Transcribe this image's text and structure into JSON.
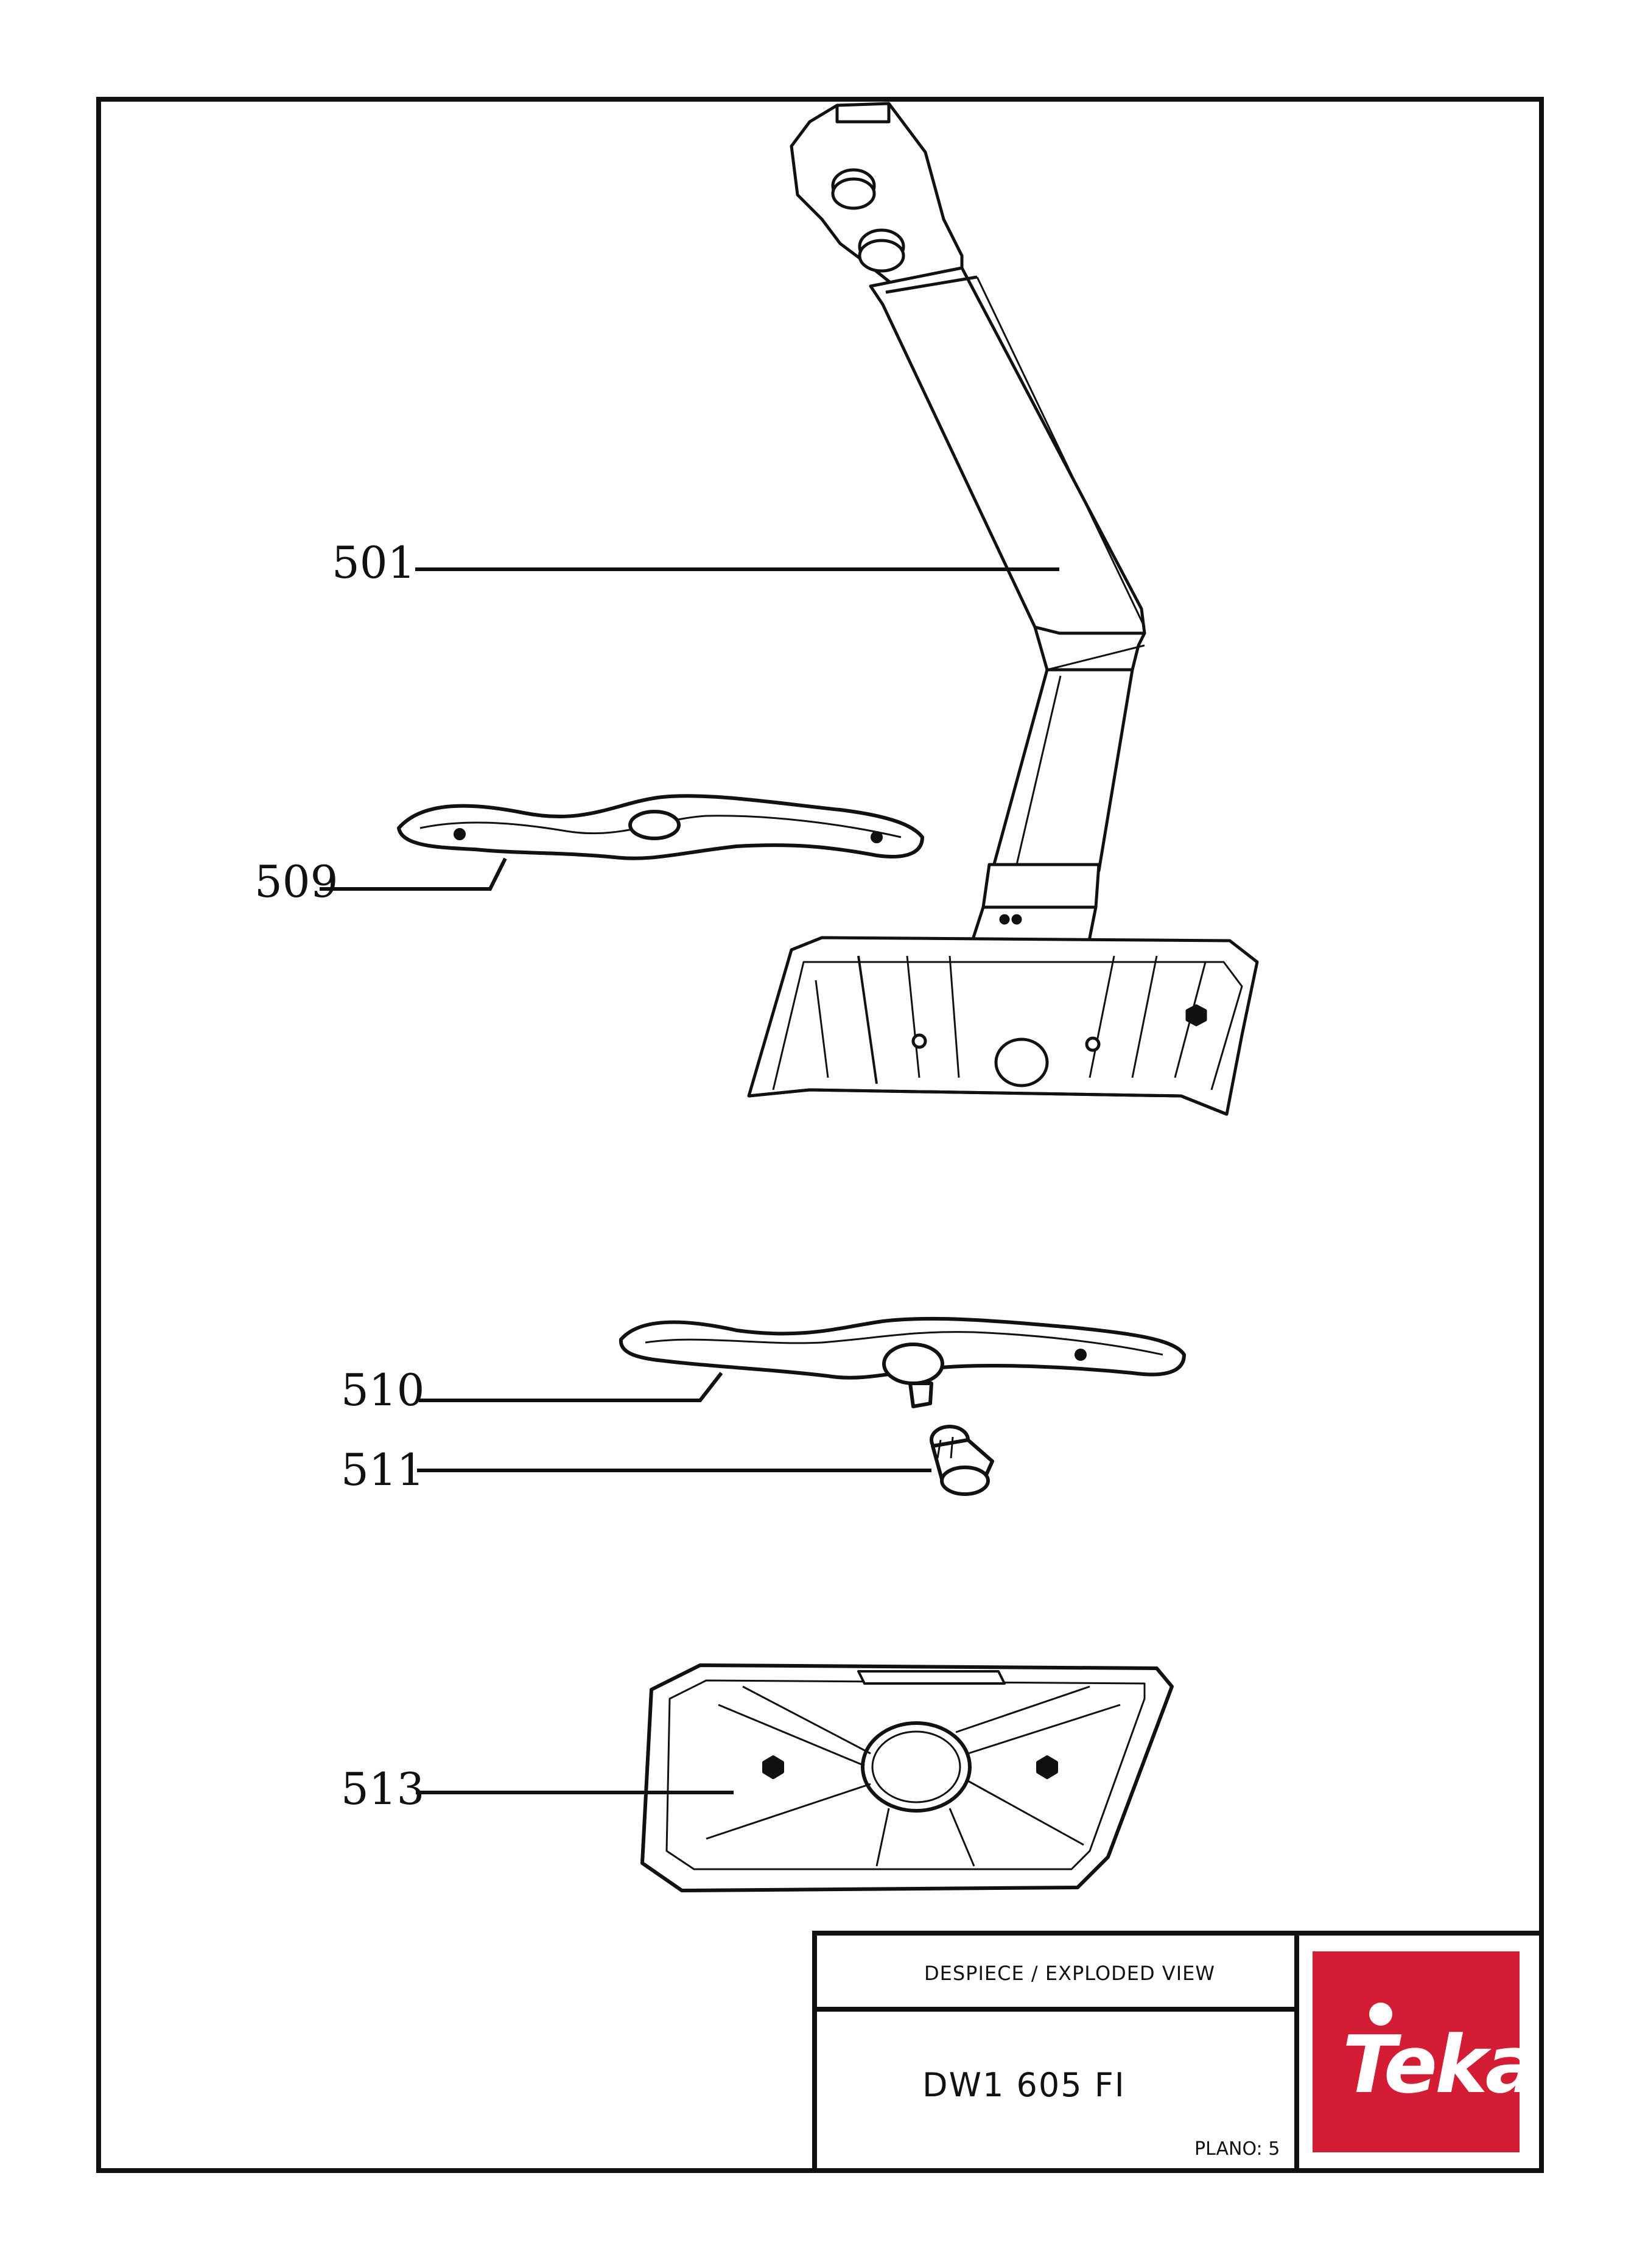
{
  "callouts": {
    "c501": "501",
    "c509": "509",
    "c510": "510",
    "c511": "511",
    "c513": "513"
  },
  "title_block": {
    "heading": "DESPIECE / EXPLODED VIEW",
    "model": "DW1 605 FI",
    "plano_label": "PLANO:",
    "plano_number": "5"
  },
  "logo": {
    "text": "Teka",
    "color": "#d41c34",
    "icon": "teka-logo"
  },
  "colors": {
    "ink": "#111111",
    "brand": "#d41c34"
  }
}
